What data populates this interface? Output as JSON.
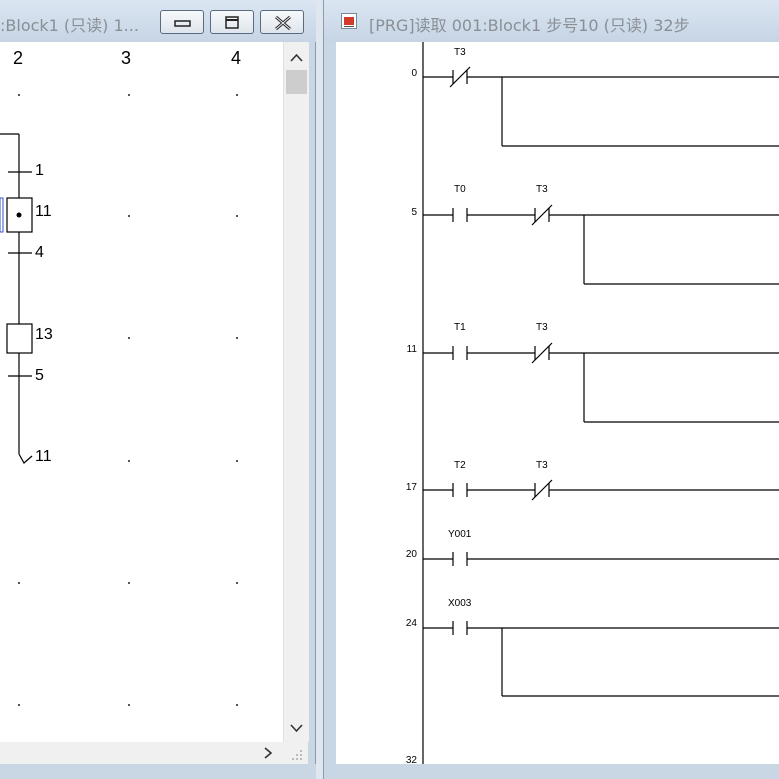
{
  "left_window": {
    "title": ":Block1 (只读) 1...",
    "buttons": {
      "minimize": "minimize",
      "restore": "restore",
      "close": "close"
    },
    "column_headers": [
      "2",
      "3",
      "4"
    ],
    "sfc_labels": [
      "1",
      "11",
      "4",
      "13",
      "5",
      "11"
    ]
  },
  "right_window": {
    "title": "[PRG]读取 001:Block1 步号10 (只读) 32步",
    "rungs": [
      {
        "step": "0"
      },
      {
        "step": "5"
      },
      {
        "step": "11"
      },
      {
        "step": "17"
      },
      {
        "step": "20"
      },
      {
        "step": "24"
      },
      {
        "step": "32"
      }
    ],
    "device_labels": [
      "T3",
      "T0",
      "T3",
      "T1",
      "T3",
      "T2",
      "T3",
      "Y001",
      "X003"
    ]
  },
  "icons": {
    "app": "program-window-icon",
    "scroll_up": "chevron-up-icon",
    "scroll_down": "chevron-down-icon",
    "scroll_right": "chevron-right-icon",
    "grip": "resize-grip-icon"
  },
  "colors": {
    "title_text": "#8a8f96",
    "frame": "#c9d6e4",
    "ladder_line": "#000000",
    "active_step_border": "#3355cc"
  }
}
